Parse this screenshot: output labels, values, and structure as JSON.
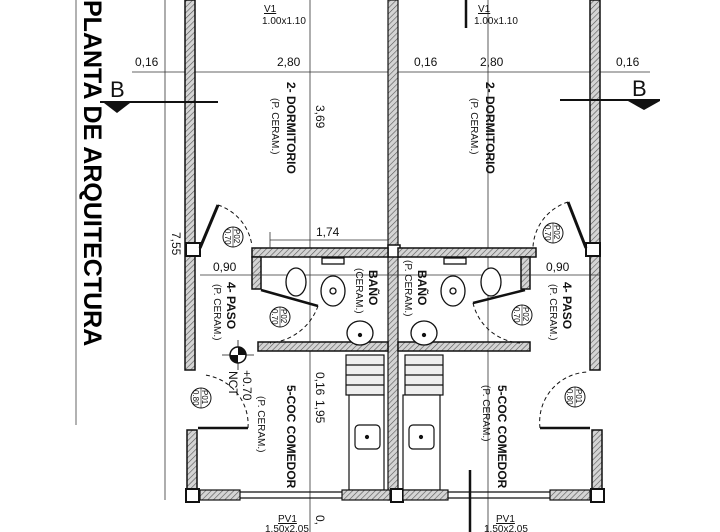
{
  "title": "PLANTA DE ARQUITECTURA",
  "section_marker": {
    "left": "B",
    "right": "B"
  },
  "windows": {
    "top_left": {
      "code": "V1",
      "size": "1.00x1.10"
    },
    "top_right": {
      "code": "V1",
      "size": "1.00x1.10"
    },
    "bottom_left": {
      "code": "PV1",
      "size": "1.50x2.05"
    },
    "bottom_right": {
      "code": "PV1",
      "size": "1.50x2.05"
    }
  },
  "dimensions": {
    "left_wall": "0,16",
    "left_room_width": "2,80",
    "center_wall": "0,16",
    "right_room_width": "2,80",
    "right_wall": "0,16",
    "dormitorio_depth": "3,69",
    "total_depth": "7,55",
    "bath_width": "1,74",
    "paso_left": "0,90",
    "paso_right": "0,90",
    "kitchen_wall": "0,16",
    "kitchen_depth": "1,95",
    "bottom_partial": "0,"
  },
  "rooms": {
    "dormitorio_left": {
      "name": "2- DORMITORIO",
      "floor": "(P. CERAM.)"
    },
    "dormitorio_right": {
      "name": "2- DORMITORIO",
      "floor": "(P. CERAM.)"
    },
    "bano_left": {
      "name": "BAÑO",
      "floor": "(CERAM.)"
    },
    "bano_right": {
      "name": "BAÑO",
      "floor": "(P. CERAM.)"
    },
    "paso_left": {
      "name": "4- PASO",
      "floor": "(P. CERAM.)"
    },
    "paso_right": {
      "name": "4- PASO",
      "floor": "(P. CERAM.)"
    },
    "comedor_left": {
      "name": "5-COC COMEDOR",
      "floor": "(P. CERAM.)"
    },
    "comedor_right": {
      "name": "5-COC COMEDOR",
      "floor": "(P. CERAM.)"
    }
  },
  "doors": {
    "p02_top_left": {
      "code": "P02",
      "width": "0.70"
    },
    "p02_bath_left": {
      "code": "P02",
      "width": "0.70"
    },
    "p02_top_right": {
      "code": "P02",
      "width": "0.70"
    },
    "p02_bath_right": {
      "code": "P02",
      "width": "0.70"
    },
    "p01_left": {
      "code": "P01",
      "width": "0.80"
    },
    "p01_right": {
      "code": "P01",
      "width": "0.80"
    }
  },
  "level": {
    "value": "+0.70",
    "label": "NCT"
  },
  "colors": {
    "ink": "#111111",
    "wall_fill": "#b8b8b8",
    "paper": "#ffffff"
  }
}
